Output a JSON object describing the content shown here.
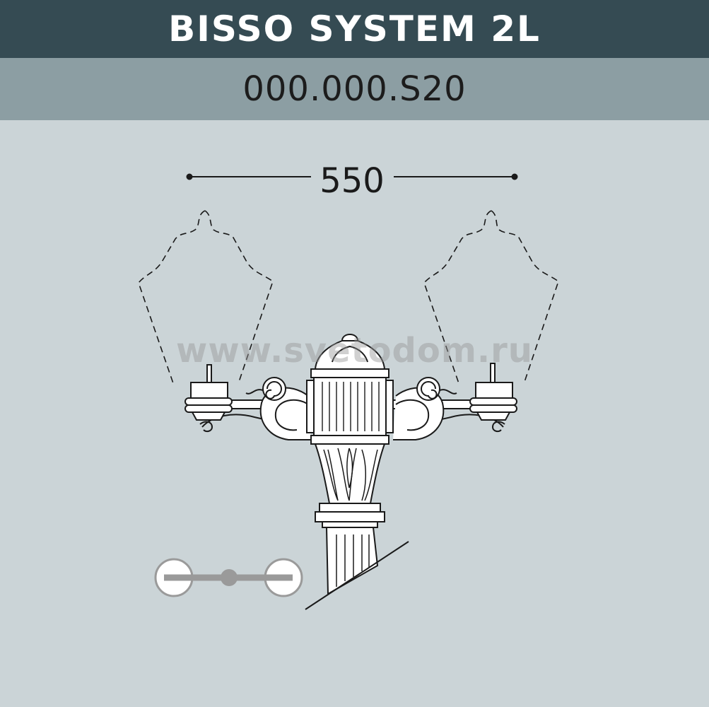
{
  "header": {
    "title": "BISSO SYSTEM 2L",
    "code": "000.000.S20"
  },
  "dimension": {
    "width_label": "550"
  },
  "watermark": {
    "text": "www.svetodom.ru"
  },
  "icons": {
    "top_view": "two-lamp-top-view-icon"
  },
  "colors": {
    "title_bg": "#354b53",
    "code_bg": "#8c9ea3",
    "page_bg": "#cbd4d7",
    "line": "#1a1a1a"
  }
}
